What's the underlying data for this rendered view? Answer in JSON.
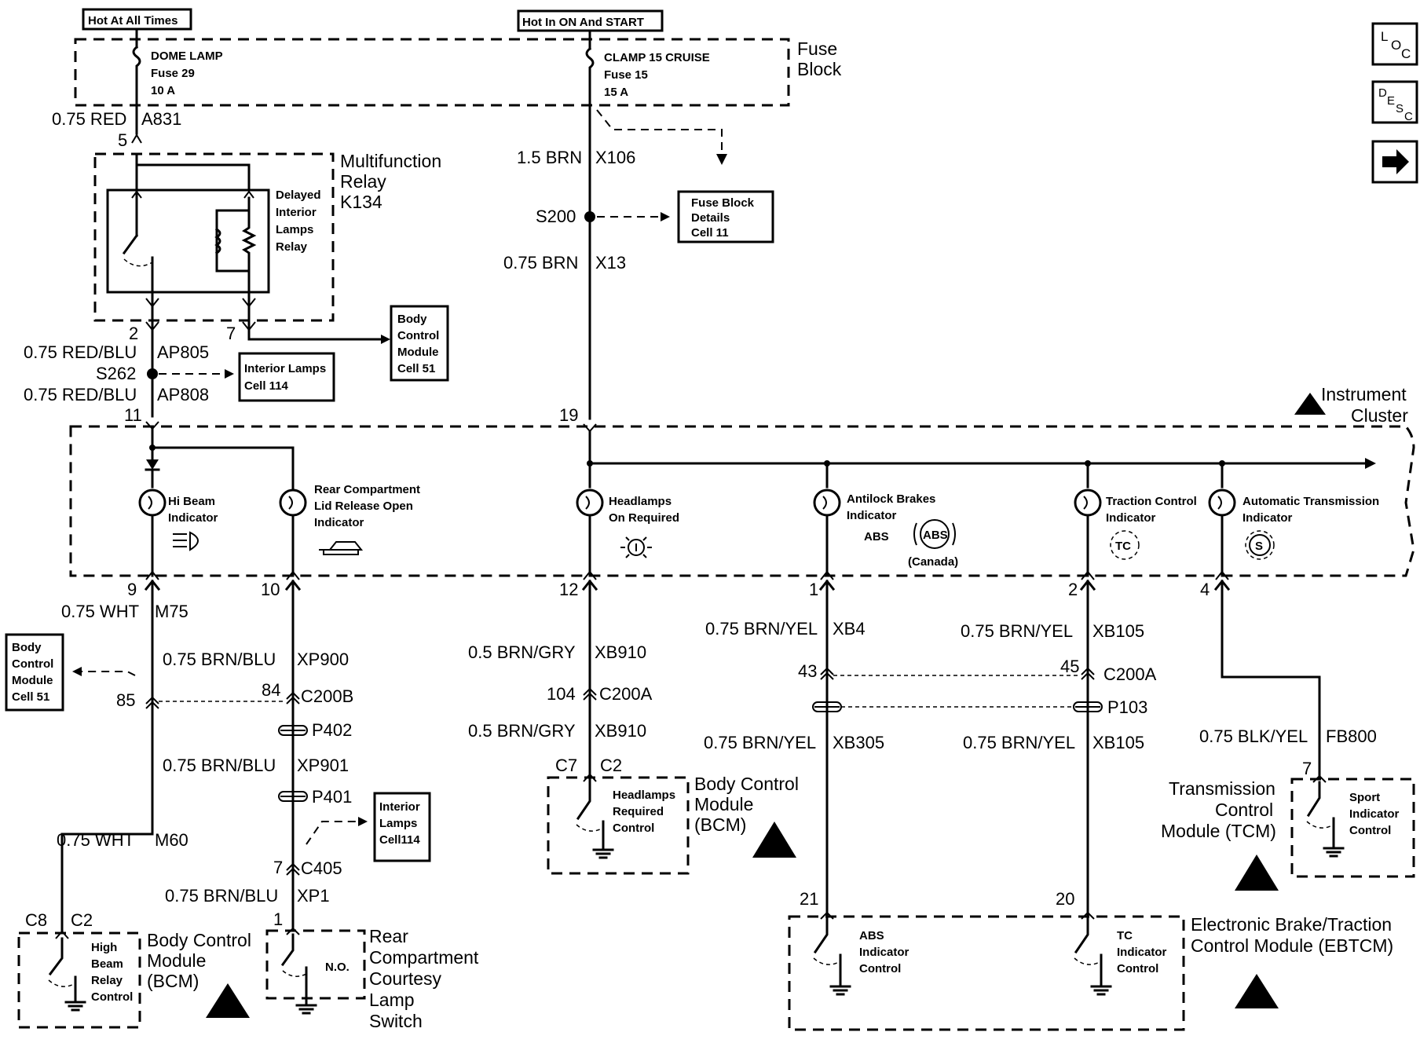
{
  "power": {
    "hot_at_all_times": "Hot At All Times",
    "hot_in_on_start": "Hot In ON And START",
    "fuse_block": [
      "Fuse",
      "Block"
    ],
    "dome_lamp_fuse": [
      "DOME LAMP",
      "Fuse 29",
      "10 A"
    ],
    "cruise_fuse": [
      "CLAMP 15 CRUISE",
      "Fuse 15",
      "15 A"
    ]
  },
  "nav": {
    "loc": [
      "L",
      "O",
      "C"
    ],
    "desc": [
      "D",
      "E",
      "S",
      "C"
    ],
    "next_icon": "right-arrow-icon"
  },
  "wires": {
    "a831": "0.75 RED",
    "a831_id": "A831",
    "x106": "1.5 BRN",
    "x106_id": "X106",
    "s200": "S200",
    "x13": "0.75 BRN",
    "x13_id": "X13",
    "ap805": "0.75 RED/BLU",
    "ap805_id": "AP805",
    "s262": "S262",
    "ap808": "0.75 RED/BLU",
    "ap808_id": "AP808",
    "m75": "0.75 WHT",
    "m75_id": "M75",
    "xp900": "0.75 BRN/BLU",
    "xp900_id": "XP900",
    "xp901": "0.75 BRN/BLU",
    "xp901_id": "XP901",
    "m60": "0.75 WHT",
    "m60_id": "M60",
    "xp1": "0.75 BRN/BLU",
    "xp1_id": "XP1",
    "xb910a": "0.5 BRN/GRY",
    "xb910a_id": "XB910",
    "xb910b": "0.5 BRN/GRY",
    "xb910b_id": "XB910",
    "xb4": "0.75 BRN/YEL",
    "xb4_id": "XB4",
    "xb305": "0.75 BRN/YEL",
    "xb305_id": "XB305",
    "xb105a": "0.75 BRN/YEL",
    "xb105a_id": "XB105",
    "xb105b": "0.75 BRN/YEL",
    "xb105b_id": "XB105",
    "fb800": "0.75 BLK/YEL",
    "fb800_id": "FB800"
  },
  "connectors": {
    "c200b": "C200B",
    "p402": "P402",
    "p401": "P401",
    "c405": "C405",
    "c200a_left": "C200A",
    "c200a_right": "C200A",
    "p103": "P103",
    "c7": "C7",
    "c2_mid": "C2",
    "c8": "C8",
    "c2_left": "C2"
  },
  "pins": {
    "p5": "5",
    "p2": "2",
    "p7": "7",
    "p11": "11",
    "p19": "19",
    "p9": "9",
    "p10": "10",
    "p12": "12",
    "p1": "1",
    "p2b": "2",
    "p4": "4",
    "p85": "85",
    "p84": "84",
    "p104": "104",
    "p43": "43",
    "p45": "45",
    "p7b": "7",
    "p1b": "1",
    "p7c": "7",
    "p21": "21",
    "p20": "20"
  },
  "components": {
    "multifunction_relay": [
      "Multifunction",
      "Relay",
      "K134"
    ],
    "delayed_relay": [
      "Delayed",
      "Interior",
      "Lamps",
      "Relay"
    ],
    "fuse_block_details": [
      "Fuse Block",
      "Details",
      "Cell 11"
    ],
    "body_control_module_ref_top": [
      "Body",
      "Control",
      "Module",
      "Cell 51"
    ],
    "interior_lamps_ref_top": [
      "Interior Lamps",
      "Cell 114"
    ],
    "instrument_cluster": [
      "Instrument",
      "Cluster"
    ],
    "hi_beam": [
      "Hi Beam",
      "Indicator"
    ],
    "rear_compartment_lid": [
      "Rear Compartment",
      "Lid Release Open",
      "Indicator"
    ],
    "headlamps_on": [
      "Headlamps",
      "On Required"
    ],
    "antilock_brakes": [
      "Antilock Brakes",
      "Indicator",
      "ABS"
    ],
    "abs_badge": "ABS",
    "canada": "(Canada)",
    "traction_control": [
      "Traction Control",
      "Indicator"
    ],
    "tc_badge": "TC",
    "automatic_transmission": [
      "Automatic Transmission",
      "Indicator"
    ],
    "s_badge": "S",
    "body_control_module_ref_left": [
      "Body",
      "Control",
      "Module",
      "Cell 51"
    ],
    "interior_lamps_ref_mid": [
      "Interior",
      "Lamps",
      "Cell114"
    ],
    "headlamps_required_control": [
      "Headlamps",
      "Required",
      "Control"
    ],
    "bcm_mid": [
      "Body Control",
      "Module",
      "(BCM)"
    ],
    "high_beam_relay_control": [
      "High",
      "Beam",
      "Relay",
      "Control"
    ],
    "bcm_left": [
      "Body Control",
      "Module",
      "(BCM)"
    ],
    "no_switch": "N.O.",
    "rear_courtesy_switch": [
      "Rear",
      "Compartment",
      "Courtesy",
      "Lamp",
      "Switch"
    ],
    "tcm": [
      "Transmission",
      "Control",
      "Module (TCM)"
    ],
    "sport_indicator_control": [
      "Sport",
      "Indicator",
      "Control"
    ],
    "ebtcm": [
      "Electronic Brake/Traction",
      "Control Module (EBTCM)"
    ],
    "abs_indicator_control": [
      "ABS",
      "Indicator",
      "Control"
    ],
    "tc_indicator_control": [
      "TC",
      "Indicator",
      "Control"
    ]
  }
}
